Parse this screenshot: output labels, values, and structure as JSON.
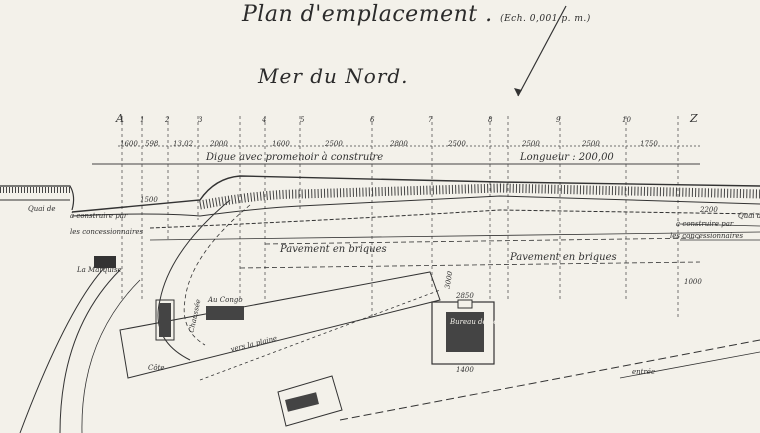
{
  "header": {
    "title": "Plan d'emplacement .",
    "scale": "(Ech. 0,001 p. m.)",
    "sea": "Mer du Nord."
  },
  "top_row": {
    "left_letter": "A",
    "right_letter": "Z",
    "stations": [
      "1",
      "2",
      "3",
      "4",
      "5",
      "6",
      "7",
      "8",
      "9",
      "10"
    ]
  },
  "dimension_row": [
    "1600",
    "598",
    "13.02",
    "2000",
    "1600",
    "2500",
    "2800",
    "2500",
    "2500",
    "2500",
    "1750"
  ],
  "labels": {
    "digue_text": "Digue avec promenoir à construire",
    "longueur_text": "Longueur : 200,00",
    "a_construire_left": "à construire par",
    "concessionnaires_left": "les concessionnaires",
    "a_construire_right": "à construire par",
    "concessionnaires_right": "les concessionnaires",
    "quai_right": "Quai de",
    "quai_left": "Quai de",
    "pavement_1": "Pavement en briques",
    "pavement_2": "Pavement en briques",
    "marquise": "La Marquise",
    "chaussee": "Chaussée",
    "au_congo": "Au Congo",
    "cote": "Côte",
    "vers_plaine": "vers la plaine",
    "bureau_poste": "Bureau de poste",
    "entree": "entrée",
    "dim_2850": "2850",
    "dim_1500": "1500",
    "dim_1400": "1400",
    "dim_3000": "3000",
    "dim_2200": "2200",
    "dim_1000": "1000"
  }
}
